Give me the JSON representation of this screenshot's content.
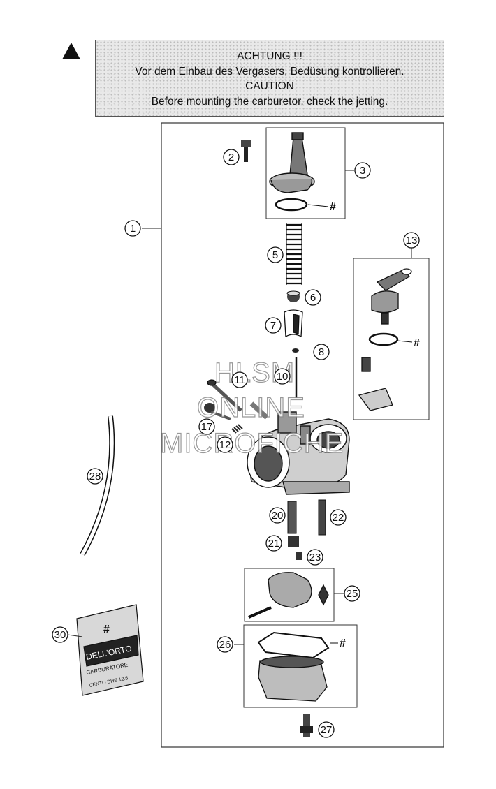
{
  "notice": {
    "line1": "ACHTUNG !!!",
    "line2": "Vor dem Einbau des Vergasers, Bedüsung kontrollieren.",
    "line3": "CAUTION",
    "line4": "Before mounting the carburetor, check the jetting."
  },
  "watermark": {
    "line1": "HLSM",
    "line2": "ONLINE",
    "line3": "MICROFICHE"
  },
  "callouts": {
    "c1": "1",
    "c2": "2",
    "c3": "3",
    "c5": "5",
    "c6": "6",
    "c7": "7",
    "c8": "8",
    "c10": "10",
    "c11": "11",
    "c12": "12",
    "c13": "13",
    "c17": "17",
    "c20": "20",
    "c21": "21",
    "c22": "22",
    "c23": "23",
    "c25": "25",
    "c26": "26",
    "c27": "27",
    "c28": "28",
    "c30": "30"
  },
  "hash_mark": "#",
  "packet": {
    "brand": "DELL'ORTO",
    "label": "CARBURATORE",
    "code": "CENTO DHE 12.5"
  }
}
